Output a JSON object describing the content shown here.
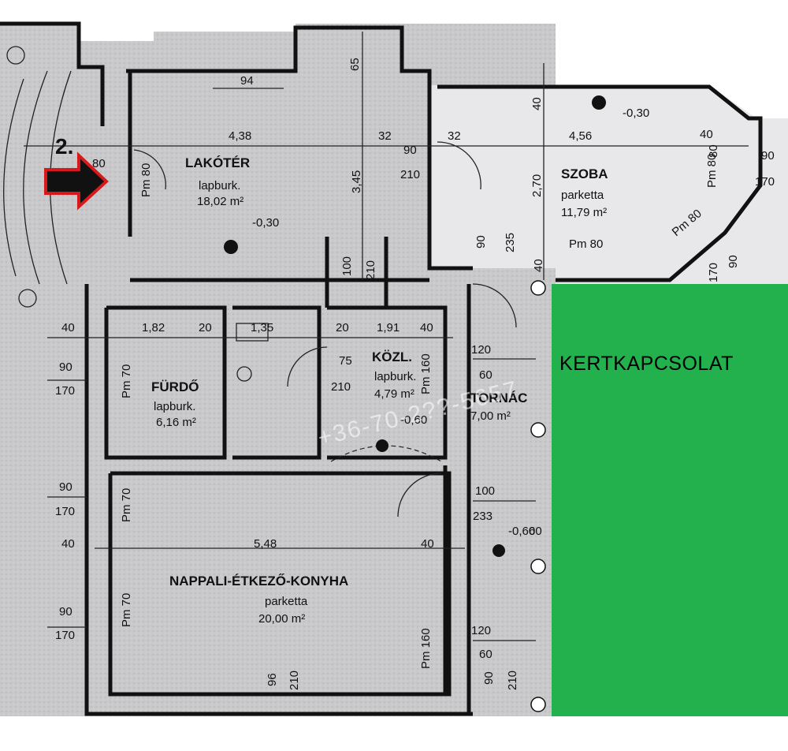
{
  "rooms": {
    "lakoter": {
      "name": "LAKÓTÉR",
      "floor": "lapburk.",
      "area": "18,02 m²",
      "level": "-0,30"
    },
    "szoba": {
      "name": "SZOBA",
      "floor": "parketta",
      "area": "11,79 m²",
      "level": "-0,30"
    },
    "furdo": {
      "name": "FÜRDŐ",
      "floor": "lapburk.",
      "area": "6,16 m²"
    },
    "kozl": {
      "name": "KÖZL.",
      "floor": "lapburk.",
      "area": "4,79 m²",
      "level": "-0,60"
    },
    "tornac": {
      "name": "TORNÁC",
      "area": "7,00 m²"
    },
    "nappali": {
      "name": "NAPPALI-ÉTKEZŐ-KONYHA",
      "floor": "parketta",
      "area": "20,00 m²"
    }
  },
  "garden_label": "KERTKAPCSOLAT",
  "marker": "2.",
  "watermark": "+36-70-2??-5657",
  "levels": {
    "porch": "-0,60"
  },
  "dims": {
    "d94": "94",
    "d65": "65",
    "d438": "4,38",
    "d32a": "32",
    "d32b": "32",
    "d90a": "90",
    "d210a": "210",
    "d345": "3,45",
    "d40a": "40",
    "d456": "4,56",
    "d40b": "40",
    "d80": "80",
    "d90b": "90",
    "d170a": "170",
    "d270": "2,70",
    "d90c": "90",
    "d235": "235",
    "pm80a": "Pm 80",
    "pm80b": "Pm 80",
    "pm80c": "Pm 80",
    "d170b": "170",
    "d90d": "90",
    "d100a": "100",
    "d210b": "210",
    "d40c": "40",
    "d182": "1,82",
    "d20a": "20",
    "d135": "1,35",
    "d20b": "20",
    "d191": "1,91",
    "d40d": "40",
    "pm160a": "Pm 160",
    "d120a": "120",
    "d90e": "90",
    "d170c": "170",
    "pm70a": "Pm 70",
    "d75": "75",
    "d210c": "210",
    "d60a": "60",
    "d90f": "90",
    "d170d": "170",
    "pm70b": "Pm 70",
    "d100b": "100",
    "d233": "233",
    "d40e": "40",
    "d548": "5,48",
    "d40f": "40",
    "d60b": "60",
    "d90g": "90",
    "d170e": "170",
    "pm70c": "Pm 70",
    "pm160b": "Pm 160",
    "d120b": "120",
    "d60c": "60",
    "d90h": "90",
    "d210d": "210",
    "d96": "96",
    "d210e": "210",
    "pm80d": "Pm 80",
    "d80b": "80"
  }
}
